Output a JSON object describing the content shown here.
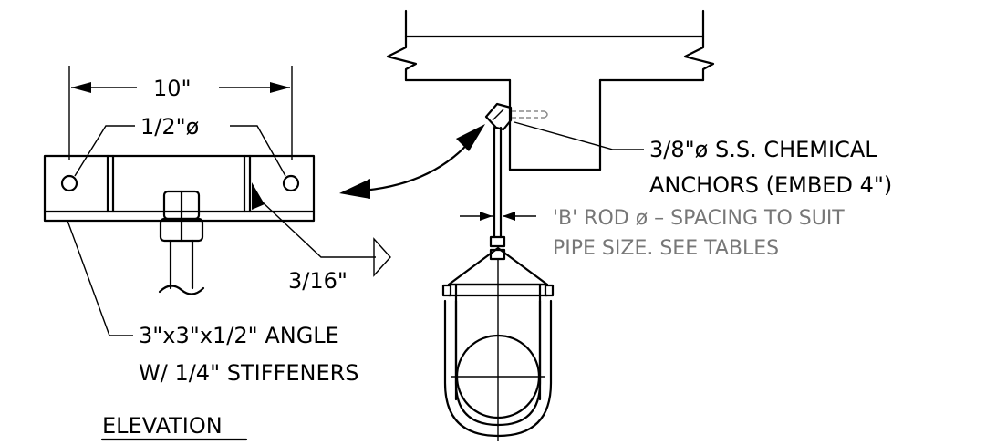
{
  "labels": {
    "width_dim": "10\"",
    "hole_dia": "1/2\"ø",
    "weld": "3/16\"",
    "angle_line1": "3\"x3\"x1/2\" ANGLE",
    "angle_line2": "W/ 1/4\" STIFFENERS",
    "elevation": "ELEVATION",
    "anchor_line1": "3/8\"ø S.S. CHEMICAL",
    "anchor_line2": "ANCHORS (EMBED 4\")",
    "rod_line1": "'B' ROD ø – SPACING TO SUIT",
    "rod_line2": "PIPE SIZE.  SEE TABLES"
  }
}
